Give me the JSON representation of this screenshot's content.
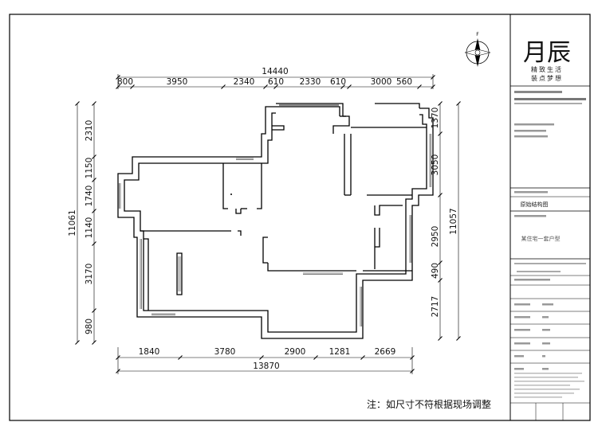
{
  "drawing": {
    "top_dims": [
      "800",
      "3950",
      "2340",
      "610",
      "2330",
      "610",
      "3000",
      "560"
    ],
    "top_total": "14440",
    "bottom_dims": [
      "1840",
      "3780",
      "2900",
      "1281",
      "2669"
    ],
    "bottom_total": "13870",
    "left_dims": [
      "2310",
      "1150",
      "1740",
      "1140",
      "3170",
      "980"
    ],
    "left_total": "11061",
    "right_dims": [
      "1370",
      "3050",
      "2950",
      "490",
      "2717"
    ],
    "right_total": "11057",
    "note": "注：如尺寸不符根据现场调整",
    "compass_label": "F"
  },
  "title_block": {
    "logo_text": "月辰",
    "slogan_line1": "精致生活",
    "slogan_line2": "装点梦想",
    "drawing_name": "原始结构图",
    "project_label": "某住宅一套户型"
  }
}
